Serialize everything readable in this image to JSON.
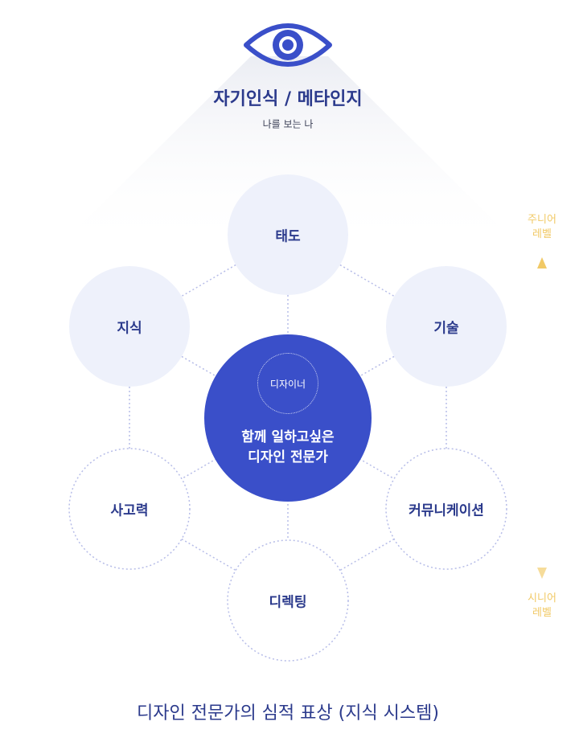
{
  "header": {
    "title": "자기인식 / 메타인지",
    "subtitle": "나를 보는 나",
    "icon": "eye-icon"
  },
  "center": {
    "badge": "디자이너",
    "line1": "함께 일하고싶은",
    "line2": "디자인 전문가"
  },
  "nodes": [
    {
      "id": "attitude",
      "label": "태도",
      "style": "filled"
    },
    {
      "id": "knowledge",
      "label": "지식",
      "style": "filled"
    },
    {
      "id": "skill",
      "label": "기술",
      "style": "filled"
    },
    {
      "id": "thinking",
      "label": "사고력",
      "style": "dotted"
    },
    {
      "id": "communication",
      "label": "커뮤니케이션",
      "style": "dotted"
    },
    {
      "id": "directing",
      "label": "디렉팅",
      "style": "dotted"
    }
  ],
  "levels": {
    "top_line1": "주니어",
    "top_line2": "레벨",
    "bottom_line1": "시니어",
    "bottom_line2": "레벨"
  },
  "footer": {
    "title": "디자인 전문가의 심적 표상 (지식 시스템)"
  },
  "colors": {
    "primary": "#3a4fc9",
    "light_fill": "#eef1fb",
    "dotted_stroke": "#b7bde8",
    "level_accent": "#f1c966",
    "text_dark": "#2b3a8c"
  }
}
